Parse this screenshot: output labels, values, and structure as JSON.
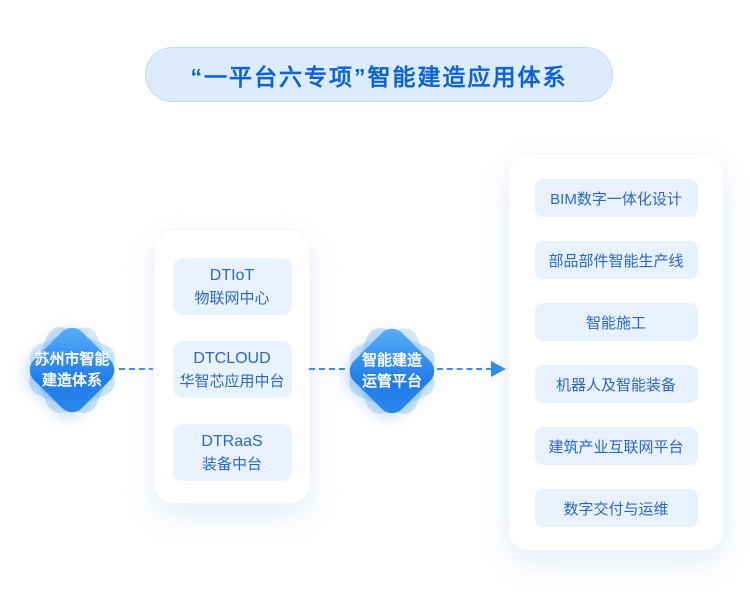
{
  "title": {
    "text": "“一平台六专项”智能建造应用体系"
  },
  "left_node": {
    "lines": [
      "苏州市智能",
      "建造体系"
    ]
  },
  "center_node": {
    "lines": [
      "智能建造",
      "运管平台"
    ]
  },
  "platform_card": {
    "items": [
      {
        "title": "DTIoT",
        "subtitle": "物联网中心"
      },
      {
        "title": "DTCLOUD",
        "subtitle": "华智芯应用中台"
      },
      {
        "title": "DTRaaS",
        "subtitle": "装备中台"
      }
    ]
  },
  "specials_card": {
    "items": [
      "BIM数字一体化设计",
      "部品部件智能生产线",
      "智能施工",
      "机器人及智能装备",
      "建筑产业互联网平台",
      "数字交付与运维"
    ]
  },
  "icons": {
    "arrow": "arrow-right-icon"
  },
  "colors": {
    "title_text": "#0e63d8",
    "banner_bg": "#ddecfc",
    "banner_border": "#c2dbf7",
    "diamond_gradient_start": "#60b1f5",
    "diamond_gradient_end": "#1e7ceb",
    "connector": "#3a8fe9",
    "item_bg": "#e9f3fe",
    "item_text": "#2b66d0",
    "card_bg": "#ffffff"
  }
}
